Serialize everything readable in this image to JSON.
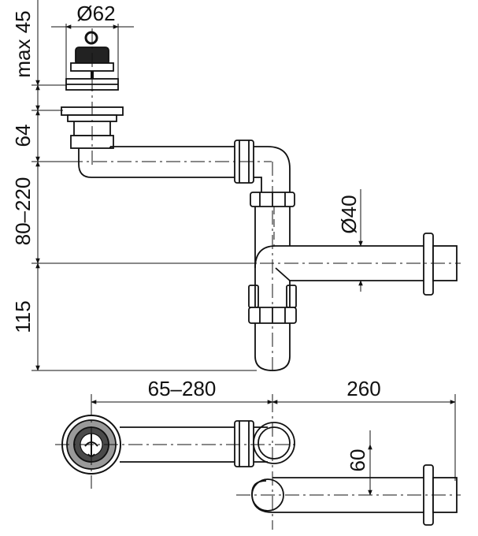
{
  "dimensions": {
    "strainer_diameter": "Ø62",
    "max_height": "max 45",
    "body_height": "64",
    "adjustable_height": "80–220",
    "trap_height": "115",
    "outlet_diameter": "Ø40",
    "horizontal_adjust": "65–280",
    "outlet_length": "260",
    "offset": "60"
  },
  "colors": {
    "line": "#111111",
    "strainer_ring": "#9a9a9a",
    "strainer_inner": "#4a4a4a"
  }
}
